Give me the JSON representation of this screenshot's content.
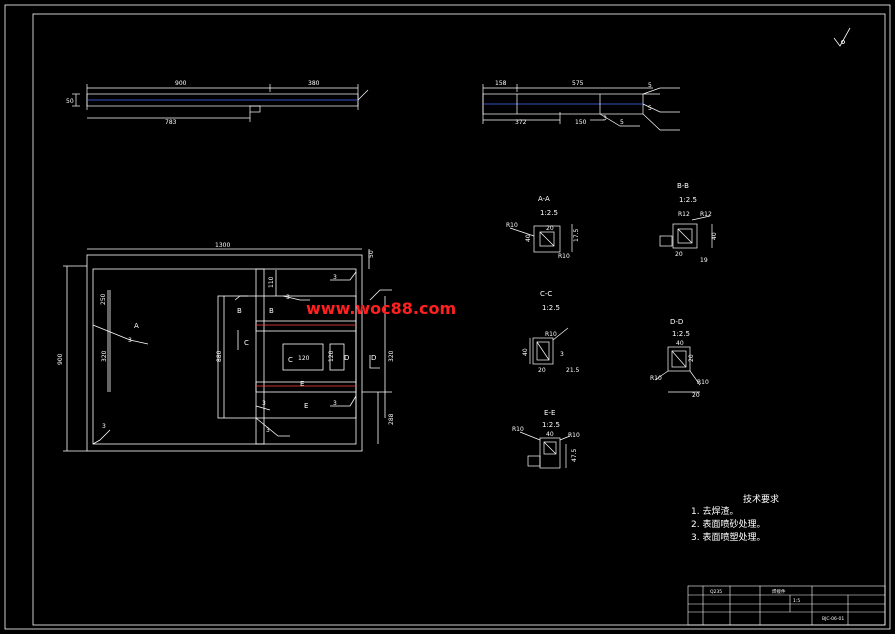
{
  "watermark": "www.woc88.com",
  "top_view": {
    "dims": [
      "900",
      "380",
      "783"
    ],
    "left_dim": "50"
  },
  "top_right_view": {
    "dims": [
      "158",
      "575",
      "372",
      "150"
    ],
    "marks": [
      "5",
      "5",
      "5",
      "3"
    ]
  },
  "main_view": {
    "overall_width": "1300",
    "left_height": "900",
    "inner_dims": [
      "250",
      "320",
      "320",
      "880",
      "120",
      "120",
      "110",
      "50",
      "288"
    ],
    "section_markers": [
      "A",
      "B",
      "B",
      "C",
      "C",
      "D",
      "D",
      "E",
      "E"
    ],
    "weld_marks": [
      "3",
      "3",
      "3",
      "3",
      "3",
      "3",
      "3"
    ]
  },
  "sections": [
    {
      "id": "A-A",
      "title": "A-A",
      "scale": "1:2.5",
      "dims": [
        "R10",
        "20",
        "40",
        "17.5",
        "R10"
      ]
    },
    {
      "id": "B-B",
      "title": "B-B",
      "scale": "1:2.5",
      "dims": [
        "R12",
        "R12",
        "20",
        "40",
        "19"
      ]
    },
    {
      "id": "C-C",
      "title": "C-C",
      "scale": "1:2.5",
      "dims": [
        "R10",
        "40",
        "20",
        "21.5",
        "3"
      ]
    },
    {
      "id": "D-D",
      "title": "D-D",
      "scale": "1:2.5",
      "dims": [
        "40",
        "20",
        "R10",
        "R10",
        "20"
      ]
    },
    {
      "id": "E-E",
      "title": "E-E",
      "scale": "1:2.5",
      "dims": [
        "R10",
        "40",
        "R10",
        "47.5"
      ]
    }
  ],
  "tech_requirements": {
    "title": "技术要求",
    "items": [
      "1. 去焊渣。",
      "2. 表面喷砂处理。",
      "3. 表面喷塑处理。"
    ]
  },
  "title_block": {
    "name": "焊接件",
    "material": "Q235",
    "ratio": "1:5",
    "code": "BJC-06-01"
  }
}
